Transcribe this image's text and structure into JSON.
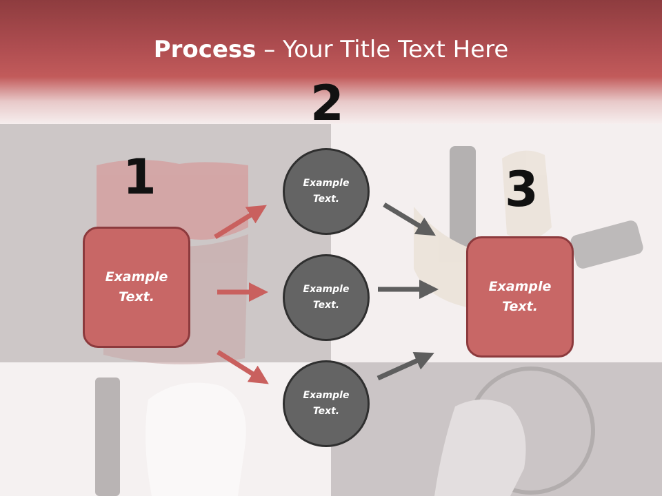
{
  "title": {
    "bold": "Process",
    "rest": " – Your Title Text Here"
  },
  "numbers": {
    "one": "1",
    "two": "2",
    "three": "3"
  },
  "left_box": {
    "text": "Example\nText."
  },
  "right_box": {
    "text": "Example\nText."
  },
  "circles": [
    {
      "text": "Example\nText."
    },
    {
      "text": "Example\nText."
    },
    {
      "text": "Example\nText."
    }
  ],
  "colors": {
    "box_fill": "#c86766",
    "box_border": "#8c3a3d",
    "circle_fill": "#646464",
    "arrow_red": "#c9605e",
    "arrow_gray": "#5e5e5e"
  }
}
